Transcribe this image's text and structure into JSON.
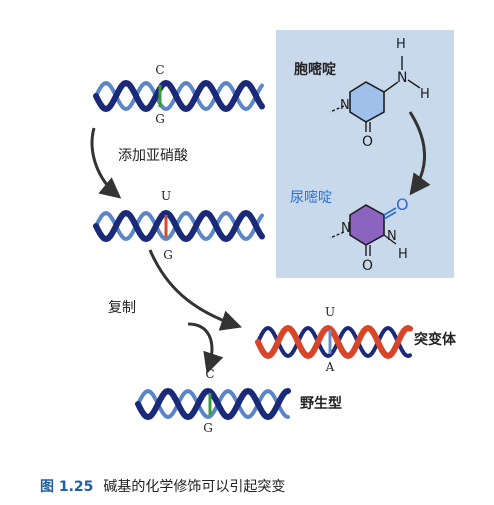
{
  "panel": {
    "cytosine_label": "胞嘧啶",
    "uracil_label": "尿嘧啶",
    "atom_H": "H",
    "atom_N": "N",
    "atom_O": "O"
  },
  "dna": {
    "top_base_upper": "C",
    "top_base_lower": "G",
    "mid_base_upper": "U",
    "mid_base_lower": "G",
    "mutant_base_upper": "U",
    "mutant_base_lower": "A",
    "wild_base_upper": "C",
    "wild_base_lower": "G"
  },
  "labels": {
    "nitrous_acid": "添加亚硝酸",
    "replication": "复制",
    "mutant": "突变体",
    "wild_type": "野生型"
  },
  "caption": {
    "number": "图 1.25",
    "text": "碱基的化学修饰可以引起突变"
  },
  "colors": {
    "panel_bg": "#c9d9ec",
    "strand_dark": "#1b2a78",
    "strand_blue": "#5a86c8",
    "strand_red": "#d8462a",
    "label_text": "#232323",
    "oxygen_blue": "#2a6fd1",
    "caption_blue": "#1f5fa0"
  }
}
